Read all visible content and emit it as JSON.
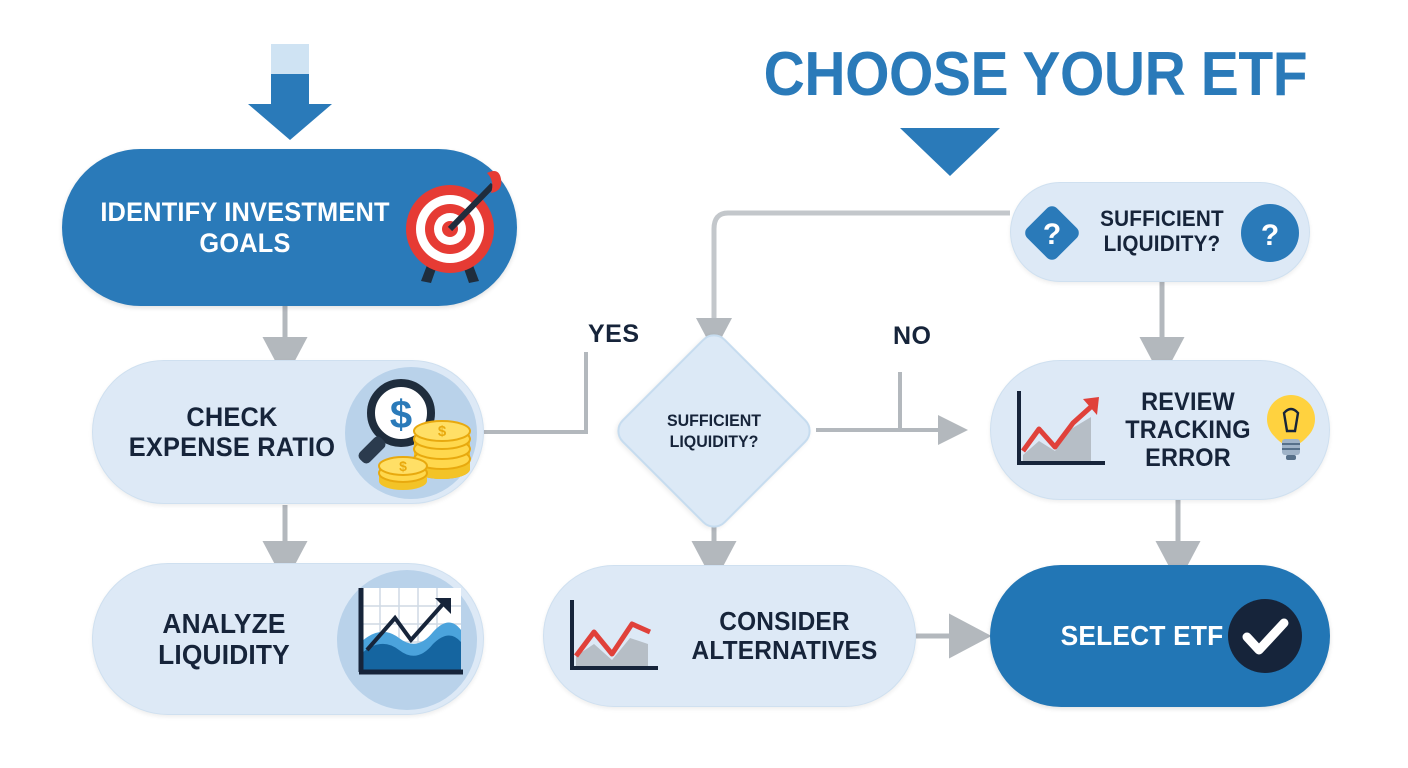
{
  "header": {
    "title": "CHOOSE YOUR ETF",
    "title_color": "#2a7ab9",
    "top_arrow_icon": "down-arrow-icon"
  },
  "theme": {
    "primary_blue": "#2a7ab9",
    "light_blue_fill": "#dde9f6",
    "icon_disc": "#b9d2ea",
    "text_dark": "#16243a",
    "connector_gray": "#b3b8bd",
    "accent_red": "#e0413a",
    "accent_gold": "#f5c518",
    "check_circle": "#16243a"
  },
  "nodes": {
    "identify_goals": {
      "label": "IDENTIFY INVESTMENT\nGOALS",
      "style": "filled-blue",
      "icon": "target-dartboard-icon"
    },
    "check_expense_ratio": {
      "label": "CHECK\nEXPENSE RATIO",
      "style": "light-blue",
      "icon": "magnifier-dollar-coins-icon"
    },
    "analyze_liquidity": {
      "label": "ANALYZE\nLIQUIDITY",
      "style": "light-blue",
      "icon": "area-chart-growth-icon"
    },
    "sufficient_liquidity_pill": {
      "label": "SUFFICIENT\nLIQUIDITY?",
      "style": "light-blue",
      "icon_left": "question-diamond-icon",
      "icon_right": "question-circle-icon",
      "icon_glyph": "?"
    },
    "sufficient_liquidity_decision": {
      "label": "SUFFICIENT\nLIQUIDITY?",
      "style": "diamond"
    },
    "review_tracking_error": {
      "label": "REVIEW\nTRACKING\nERROR",
      "style": "light-blue",
      "icon_left": "red-line-chart-icon",
      "icon_right": "lightbulb-idea-icon"
    },
    "consider_alternatives": {
      "label": "CONSIDER\nALTERNATIVES",
      "style": "light-blue",
      "icon": "red-line-chart-icon"
    },
    "select_etf": {
      "label": "SELECT ETF",
      "style": "filled-blue",
      "icon": "check-circle-icon"
    }
  },
  "branches": {
    "yes": "YES",
    "no": "NO"
  },
  "connectors": [
    {
      "name": "goals-to-expense",
      "icon": "down-arrow-icon"
    },
    {
      "name": "expense-to-liquidity",
      "icon": "down-arrow-icon"
    },
    {
      "name": "expense-to-decision-yes",
      "icon": "elbow-connector"
    },
    {
      "name": "pill-to-decision",
      "icon": "elbow-arrow-down"
    },
    {
      "name": "decision-to-tracking-no",
      "icon": "right-arrow-icon"
    },
    {
      "name": "decision-to-alternatives",
      "icon": "down-arrow-icon"
    },
    {
      "name": "pill-to-tracking",
      "icon": "down-arrow-icon"
    },
    {
      "name": "tracking-to-select",
      "icon": "down-arrow-icon"
    },
    {
      "name": "alternatives-to-select",
      "icon": "right-arrow-icon"
    }
  ]
}
